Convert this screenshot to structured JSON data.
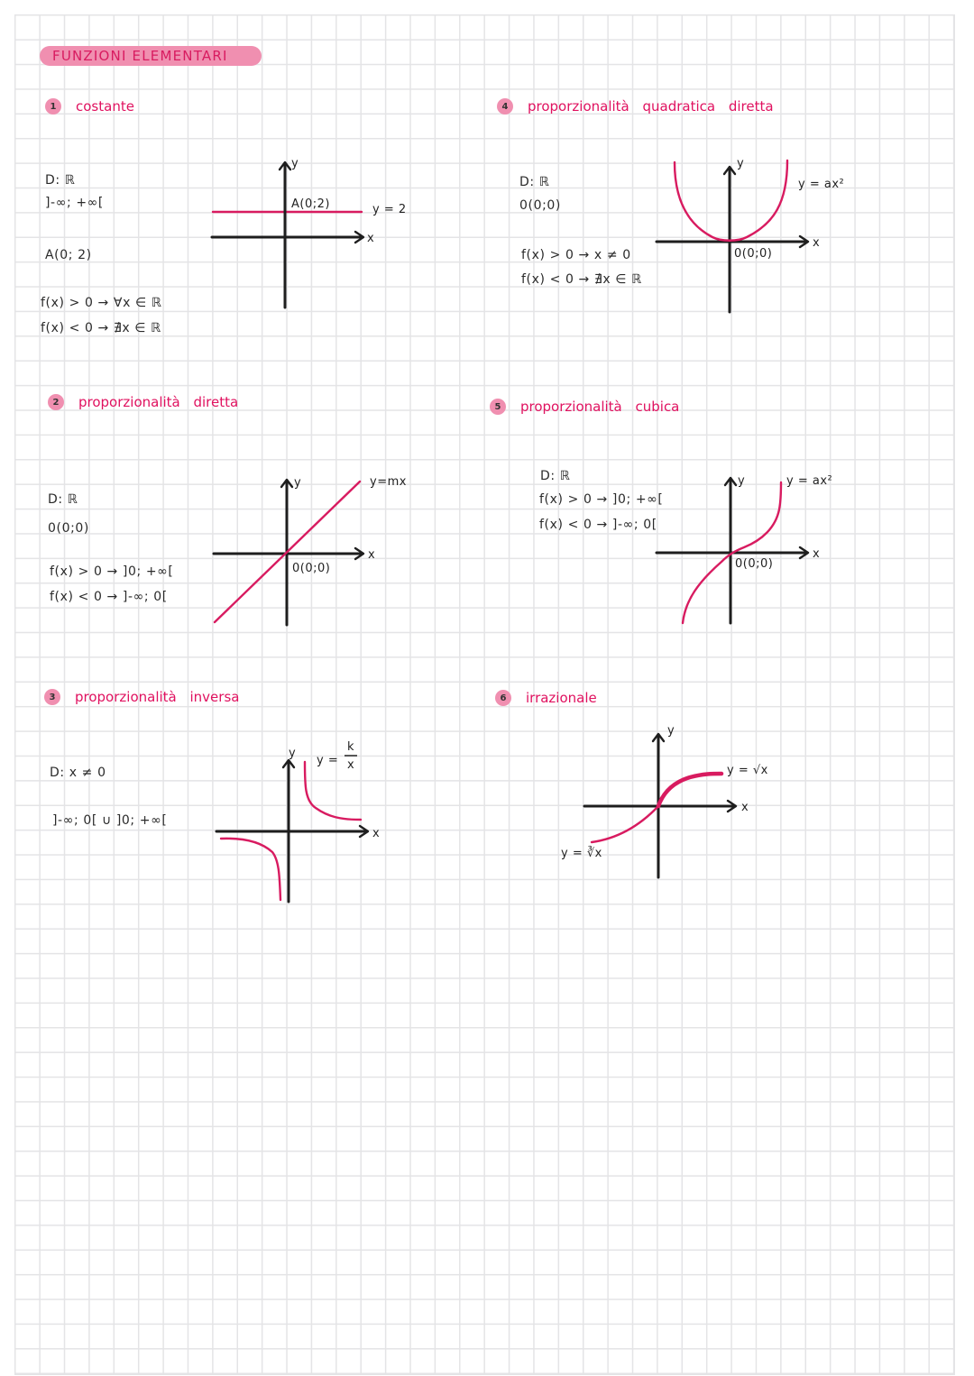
{
  "page": {
    "title": "FUNZIONI ELEMENTARI",
    "accent_color": "#e0115f",
    "pill_color": "#f08fb0",
    "grid_color": "#e4e4e6"
  },
  "sections": [
    {
      "number": "1",
      "title": "costante",
      "notes": [
        "D: ℝ",
        "]-∞; +∞[",
        "A(0; 2)",
        "f(x) > 0 → ∀x ∈ ℝ",
        "f(x) < 0 → ∄x ∈ ℝ"
      ],
      "graph": {
        "x_label": "x",
        "y_label": "y",
        "point_label": "A(0;2)",
        "equation": "y = 2"
      }
    },
    {
      "number": "2",
      "title": "proporzionalità diretta",
      "notes": [
        "D: ℝ",
        "0(0;0)",
        "f(x) > 0 → ]0; +∞[",
        "f(x) < 0 → ]-∞; 0["
      ],
      "graph": {
        "x_label": "x",
        "y_label": "y",
        "origin_label": "0(0;0)",
        "equation": "y=mx"
      }
    },
    {
      "number": "3",
      "title": "proporzionalità inversa",
      "notes": [
        "D: x ≠ 0",
        "]-∞; 0[ ∪ ]0; +∞["
      ],
      "graph": {
        "x_label": "x",
        "y_label": "y",
        "equation_lhs": "y =",
        "equation_num": "k",
        "equation_den": "x"
      }
    },
    {
      "number": "4",
      "title": "proporzionalità quadratica diretta",
      "notes": [
        "D: ℝ",
        "0(0;0)",
        "f(x) > 0 → x ≠ 0",
        "f(x) < 0 → ∄x ∈ ℝ"
      ],
      "graph": {
        "x_label": "x",
        "y_label": "y",
        "origin_label": "0(0;0)",
        "equation": "y = ax²"
      }
    },
    {
      "number": "5",
      "title": "proporzionalità cubica",
      "notes": [
        "D: ℝ",
        "f(x) > 0 → ]0; +∞[",
        "f(x) < 0 → ]-∞; 0["
      ],
      "graph": {
        "x_label": "x",
        "y_label": "y",
        "origin_label": "0(0;0)",
        "equation": "y = ax²"
      }
    },
    {
      "number": "6",
      "title": "irrazionale",
      "notes": [],
      "graph": {
        "x_label": "x",
        "y_label": "y",
        "equation_sqrt": "y = √x",
        "equation_cbrt": "y = ∛x"
      }
    }
  ]
}
